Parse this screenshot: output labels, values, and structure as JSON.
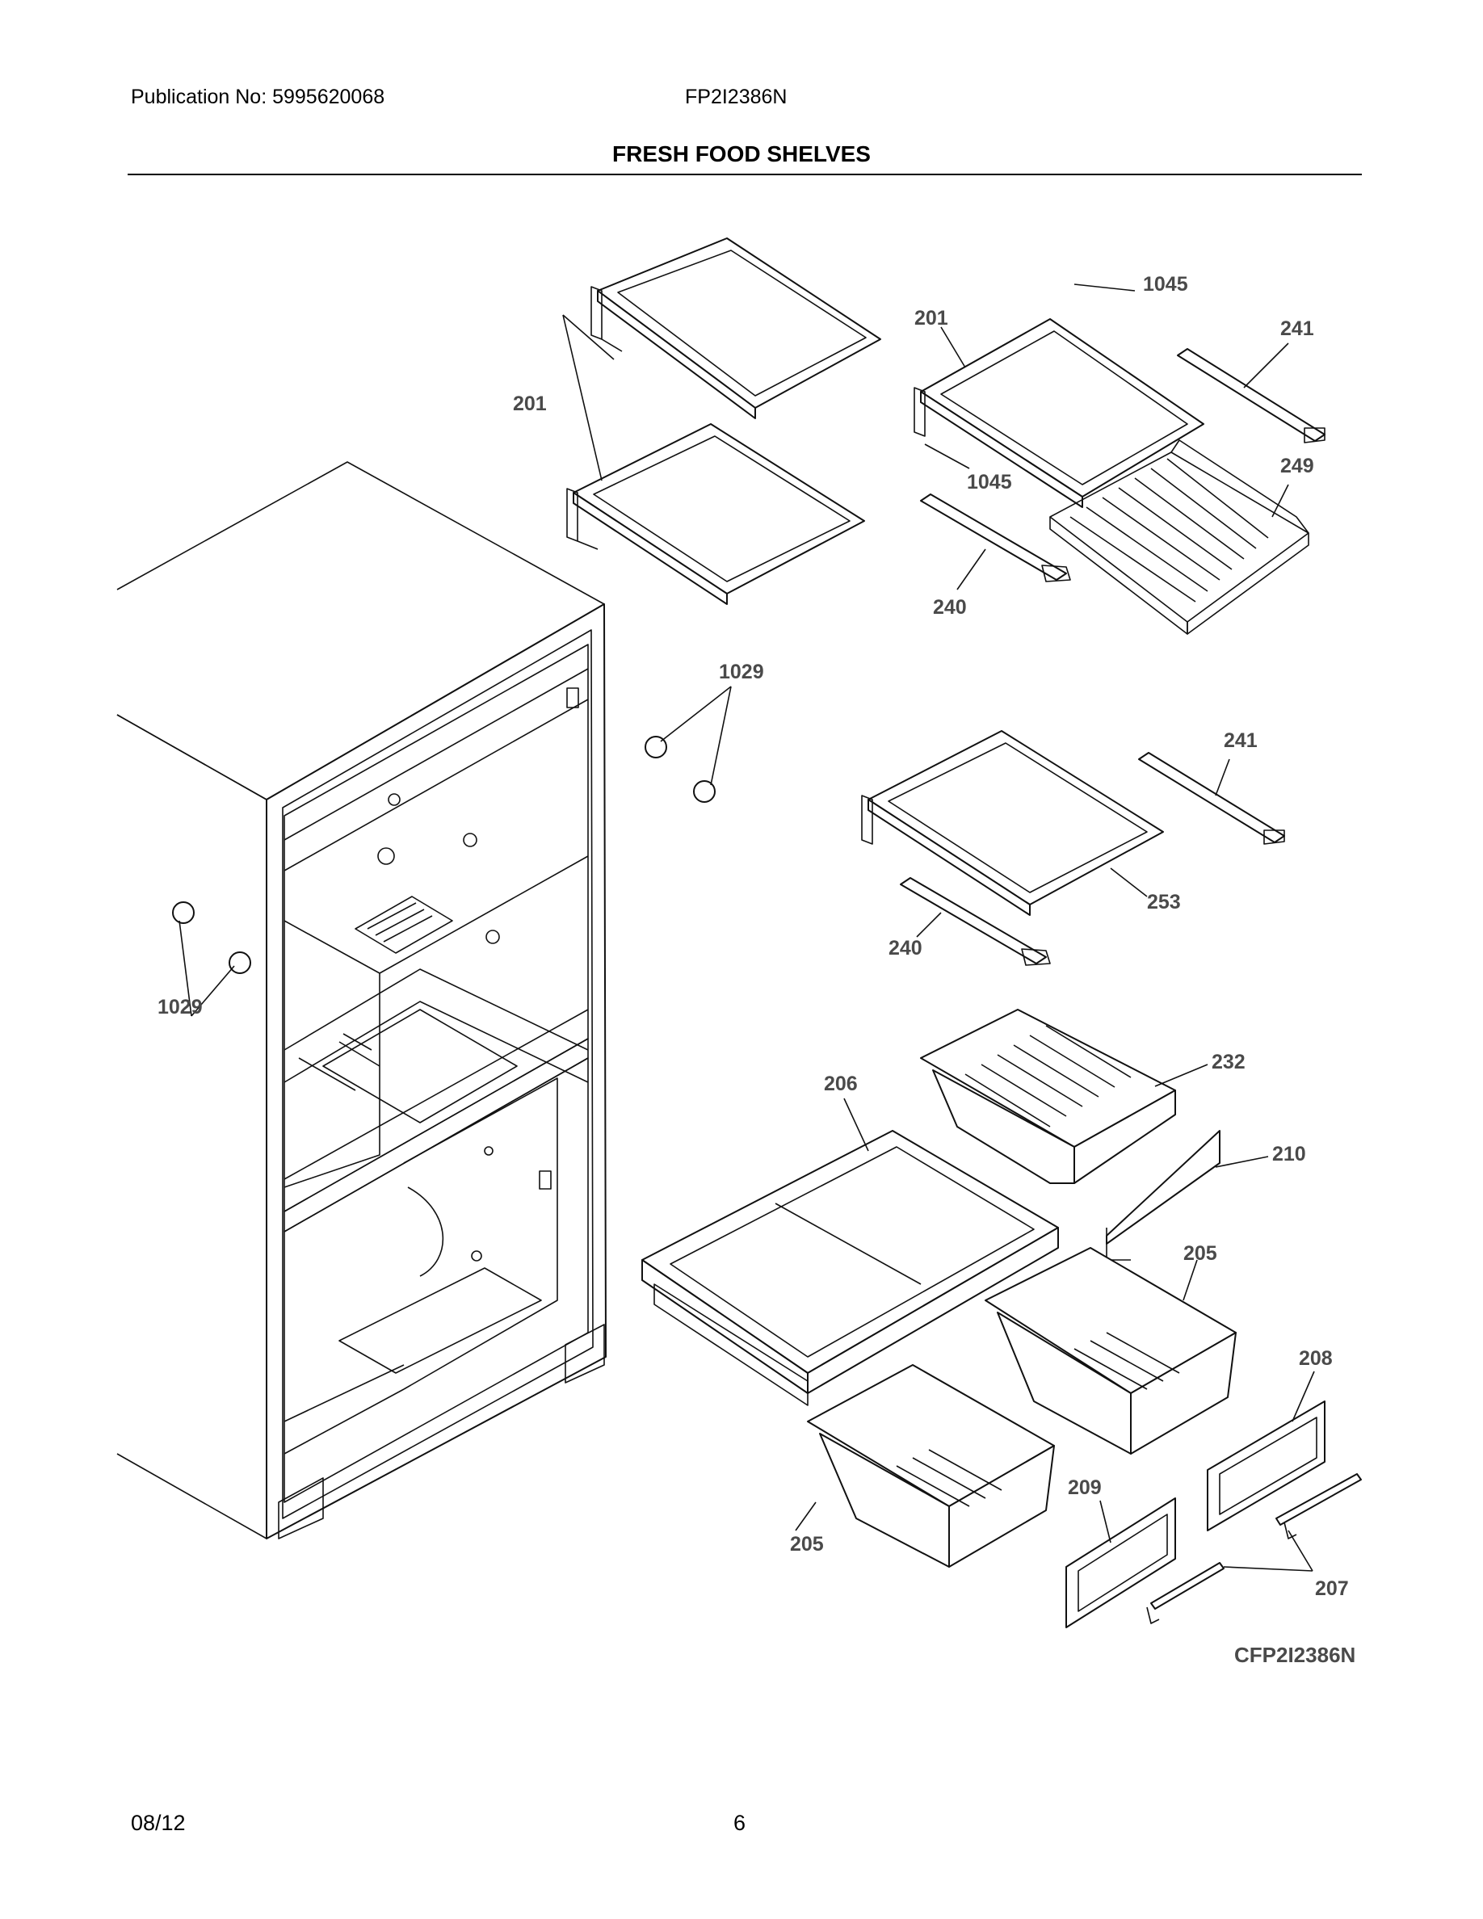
{
  "header": {
    "publication": "Publication No: 5995620068",
    "model": "FP2I2386N"
  },
  "title": "FRESH FOOD SHELVES",
  "parts": {
    "p201_top": "201",
    "p201_left": "201",
    "p1045_top": "1045",
    "p1045_mid": "1045",
    "p241_top": "241",
    "p249": "249",
    "p240_top": "240",
    "p1029_mid": "1029",
    "p241_mid": "241",
    "p253": "253",
    "p240_mid": "240",
    "p1029_left": "1029",
    "p232": "232",
    "p206": "206",
    "p210": "210",
    "p205_right": "205",
    "p208": "208",
    "p209": "209",
    "p205_left": "205",
    "p207": "207"
  },
  "diagram_code": "CFP2I2386N",
  "footer": {
    "date": "08/12",
    "page": "6"
  }
}
